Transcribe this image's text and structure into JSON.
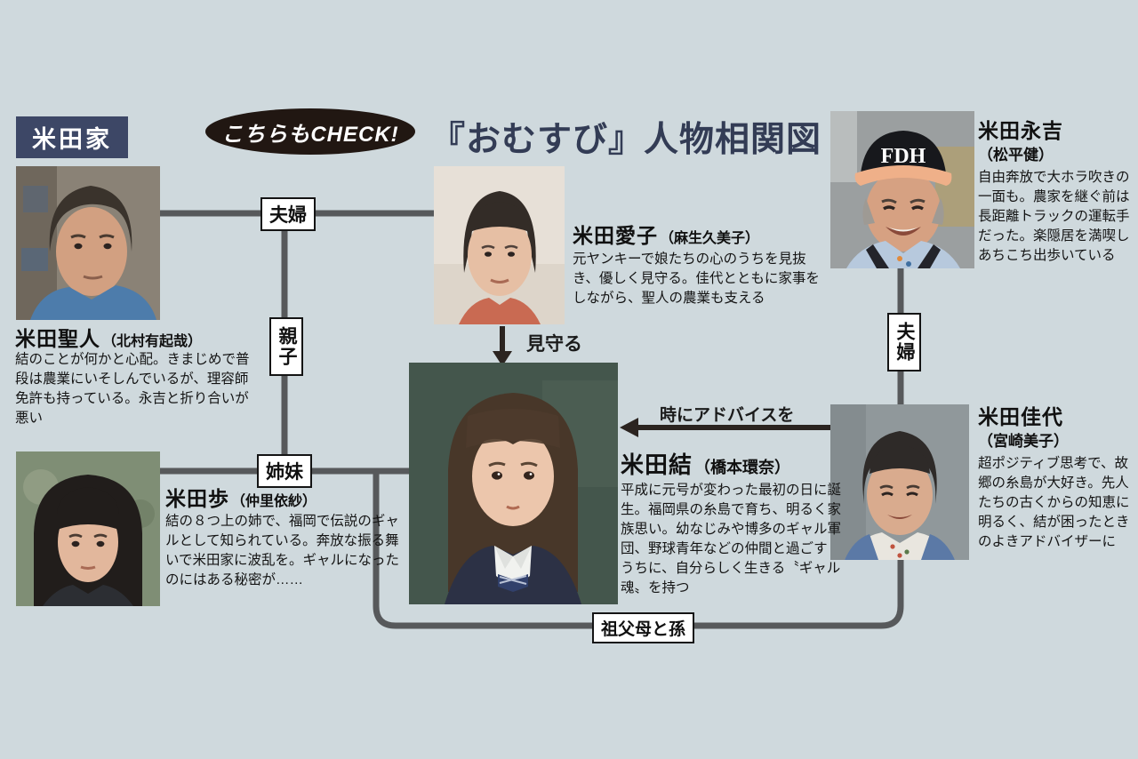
{
  "header": {
    "family_label": "米田家",
    "check_badge": "こちらもCHECK!",
    "title": "『おむすび』人物相関図"
  },
  "relations": {
    "couple_top": "夫婦",
    "parent_child": "親子",
    "sisters": "姉妹",
    "couple_right": "夫婦",
    "watch_over": "見守る",
    "advice": "時にアドバイスを",
    "grandparents_grandchild": "祖父母と孫"
  },
  "people": {
    "seito": {
      "name": "米田聖人",
      "actor": "（北村有起哉）",
      "desc": "結のことが何かと心配。きまじめで普段は農業にいそしんでいるが、理容師免許も持っている。永吉と折り合いが悪い"
    },
    "aiko": {
      "name": "米田愛子",
      "actor": "（麻生久美子）",
      "desc": "元ヤンキーで娘たちの心のうちを見抜き、優しく見守る。佳代とともに家事をしながら、聖人の農業も支える"
    },
    "eikichi": {
      "name": "米田永吉",
      "actor": "（松平健）",
      "cap_text": "FDH",
      "desc": "自由奔放で大ホラ吹きの一面も。農家を継ぐ前は長距離トラックの運転手だった。楽隠居を満喫しあちこち出歩いている"
    },
    "yui": {
      "name": "米田結",
      "actor": "（橋本環奈）",
      "desc": "平成に元号が変わった最初の日に誕生。福岡県の糸島で育ち、明るく家族思い。幼なじみや博多のギャル軍団、野球青年などの仲間と過ごすうちに、自分らしく生きる〝ギャル魂〟を持つ"
    },
    "kayo": {
      "name": "米田佳代",
      "actor": "（宮崎美子）",
      "desc": "超ポジティブ思考で、故郷の糸島が大好き。先人たちの古くからの知恵に明るく、結が困ったときのよきアドバイザーに"
    },
    "ayumu": {
      "name": "米田歩",
      "actor": "（仲里依紗）",
      "desc": "結の８つ上の姉で、福岡で伝説のギャルとして知られている。奔放な振る舞いで米田家に波乱を。ギャルになったのにはある秘密が……"
    }
  },
  "colors": {
    "background": "#cfd9dd",
    "family_tag_bg": "#3d4766",
    "title_text": "#333c55",
    "badge_bg": "#211712",
    "line": "#57595b",
    "arrow": "#2b2420"
  }
}
